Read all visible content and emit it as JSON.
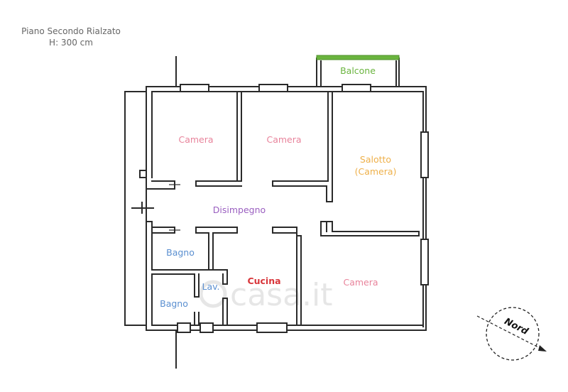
{
  "header": {
    "floor": "Piano Secondo Rialzato",
    "height": "H: 300 cm"
  },
  "rooms": {
    "balcone": "Balcone",
    "camera_1": "Camera",
    "camera_2": "Camera",
    "salotto": "Salotto",
    "salotto_sub": "(Camera)",
    "disimpegno": "Disimpegno",
    "bagno_1": "Bagno",
    "bagno_2": "Bagno",
    "lavanderia": "Lav.",
    "cucina": "Cucina",
    "camera_3": "Camera"
  },
  "compass": {
    "label": "Nord"
  },
  "watermark": {
    "text": "casa.it"
  },
  "colors": {
    "camera": "#e8839b",
    "salotto": "#eeb04a",
    "disimpegno": "#9a5fc0",
    "bagno": "#5a8fd0",
    "cucina": "#d8353a",
    "balcone": "#6ab43e",
    "wall": "#2a2a2a"
  }
}
